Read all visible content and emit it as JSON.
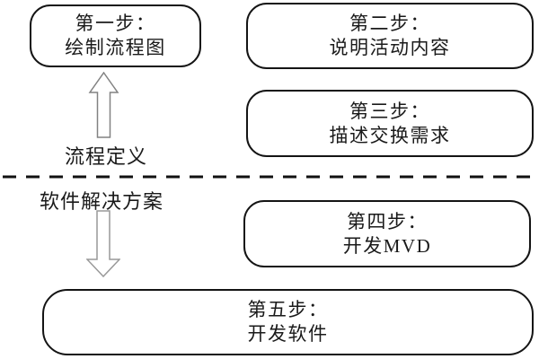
{
  "diagram": {
    "boxes": [
      {
        "id": "step1",
        "line1": "第一步：",
        "line2": "绘制流程图"
      },
      {
        "id": "step2",
        "line1": "第二步：",
        "line2": "说明活动内容"
      },
      {
        "id": "step3",
        "line1": "第三步：",
        "line2": "描述交换需求"
      },
      {
        "id": "step4",
        "line1": "第四步：",
        "line2": "开发MVD"
      },
      {
        "id": "step5",
        "line1": "第五步：",
        "line2": "开发软件"
      }
    ],
    "labels": {
      "process_definition": "流程定义",
      "software_solution": "软件解决方案"
    },
    "colors": {
      "box_stroke": "#141414",
      "text": "#1a1a1a",
      "arrow_up_stroke": "#828282",
      "arrow_down_stroke": "#999999",
      "divider": "#111111",
      "background": "#ffffff"
    }
  }
}
